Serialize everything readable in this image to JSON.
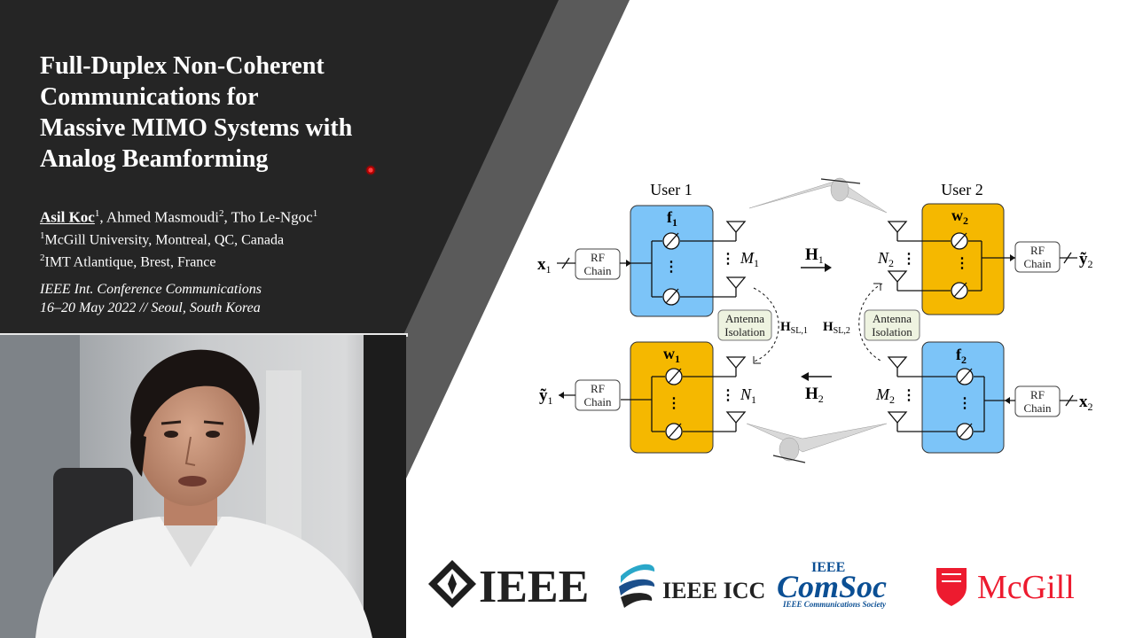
{
  "slide": {
    "title_lines": [
      "Full-Duplex Non-Coherent",
      "Communications for",
      "Massive MIMO Systems with",
      "Analog Beamforming"
    ],
    "authors": {
      "a1": "Asil Koc",
      "a1_sup": "1",
      "a2": ", Ahmed Masmoudi",
      "a2_sup": "2",
      "a3": ", Tho Le-Ngoc",
      "a3_sup": "1",
      "aff1_sup": "1",
      "aff1": "McGill University, Montreal, QC, Canada",
      "aff2_sup": "2",
      "aff2": "IMT Atlantique, Brest, France"
    },
    "conference": {
      "line1": "IEEE Int. Conference Communications",
      "line2": "16–20 May 2022 // Seoul, South Korea"
    }
  },
  "diagram": {
    "user1": "User 1",
    "user2": "User 2",
    "rf_chain_top": "RF",
    "rf_chain_bottom": "Chain",
    "antenna_isolation_top": "Antenna",
    "antenna_isolation_bottom": "Isolation",
    "x1": "x",
    "x1_sub": "1",
    "y1": "ỹ",
    "y1_sub": "1",
    "x2": "x",
    "x2_sub": "2",
    "y2": "ỹ",
    "y2_sub": "2",
    "f1": "f",
    "f1_sub": "1",
    "w1": "w",
    "w1_sub": "1",
    "w2": "w",
    "w2_sub": "2",
    "f2": "f",
    "f2_sub": "2",
    "M1": "M",
    "M1_sub": "1",
    "N1": "N",
    "N1_sub": "1",
    "N2": "N",
    "N2_sub": "2",
    "M2": "M",
    "M2_sub": "2",
    "H1": "H",
    "H1_sub": "1",
    "H2": "H",
    "H2_sub": "2",
    "HSL1": "H",
    "HSL1_sub": "SL,1",
    "HSL2": "H",
    "HSL2_sub": "SL,2",
    "colors": {
      "blue": "#7cc4f8",
      "orange": "#f5b800"
    }
  },
  "logos": {
    "ieee": "IEEE",
    "ieee_icc": "IEEE ICC",
    "comsoc_top": "IEEE",
    "comsoc": "ComSoc",
    "comsoc_sub": "IEEE Communications Society",
    "mcgill": "McGill"
  }
}
